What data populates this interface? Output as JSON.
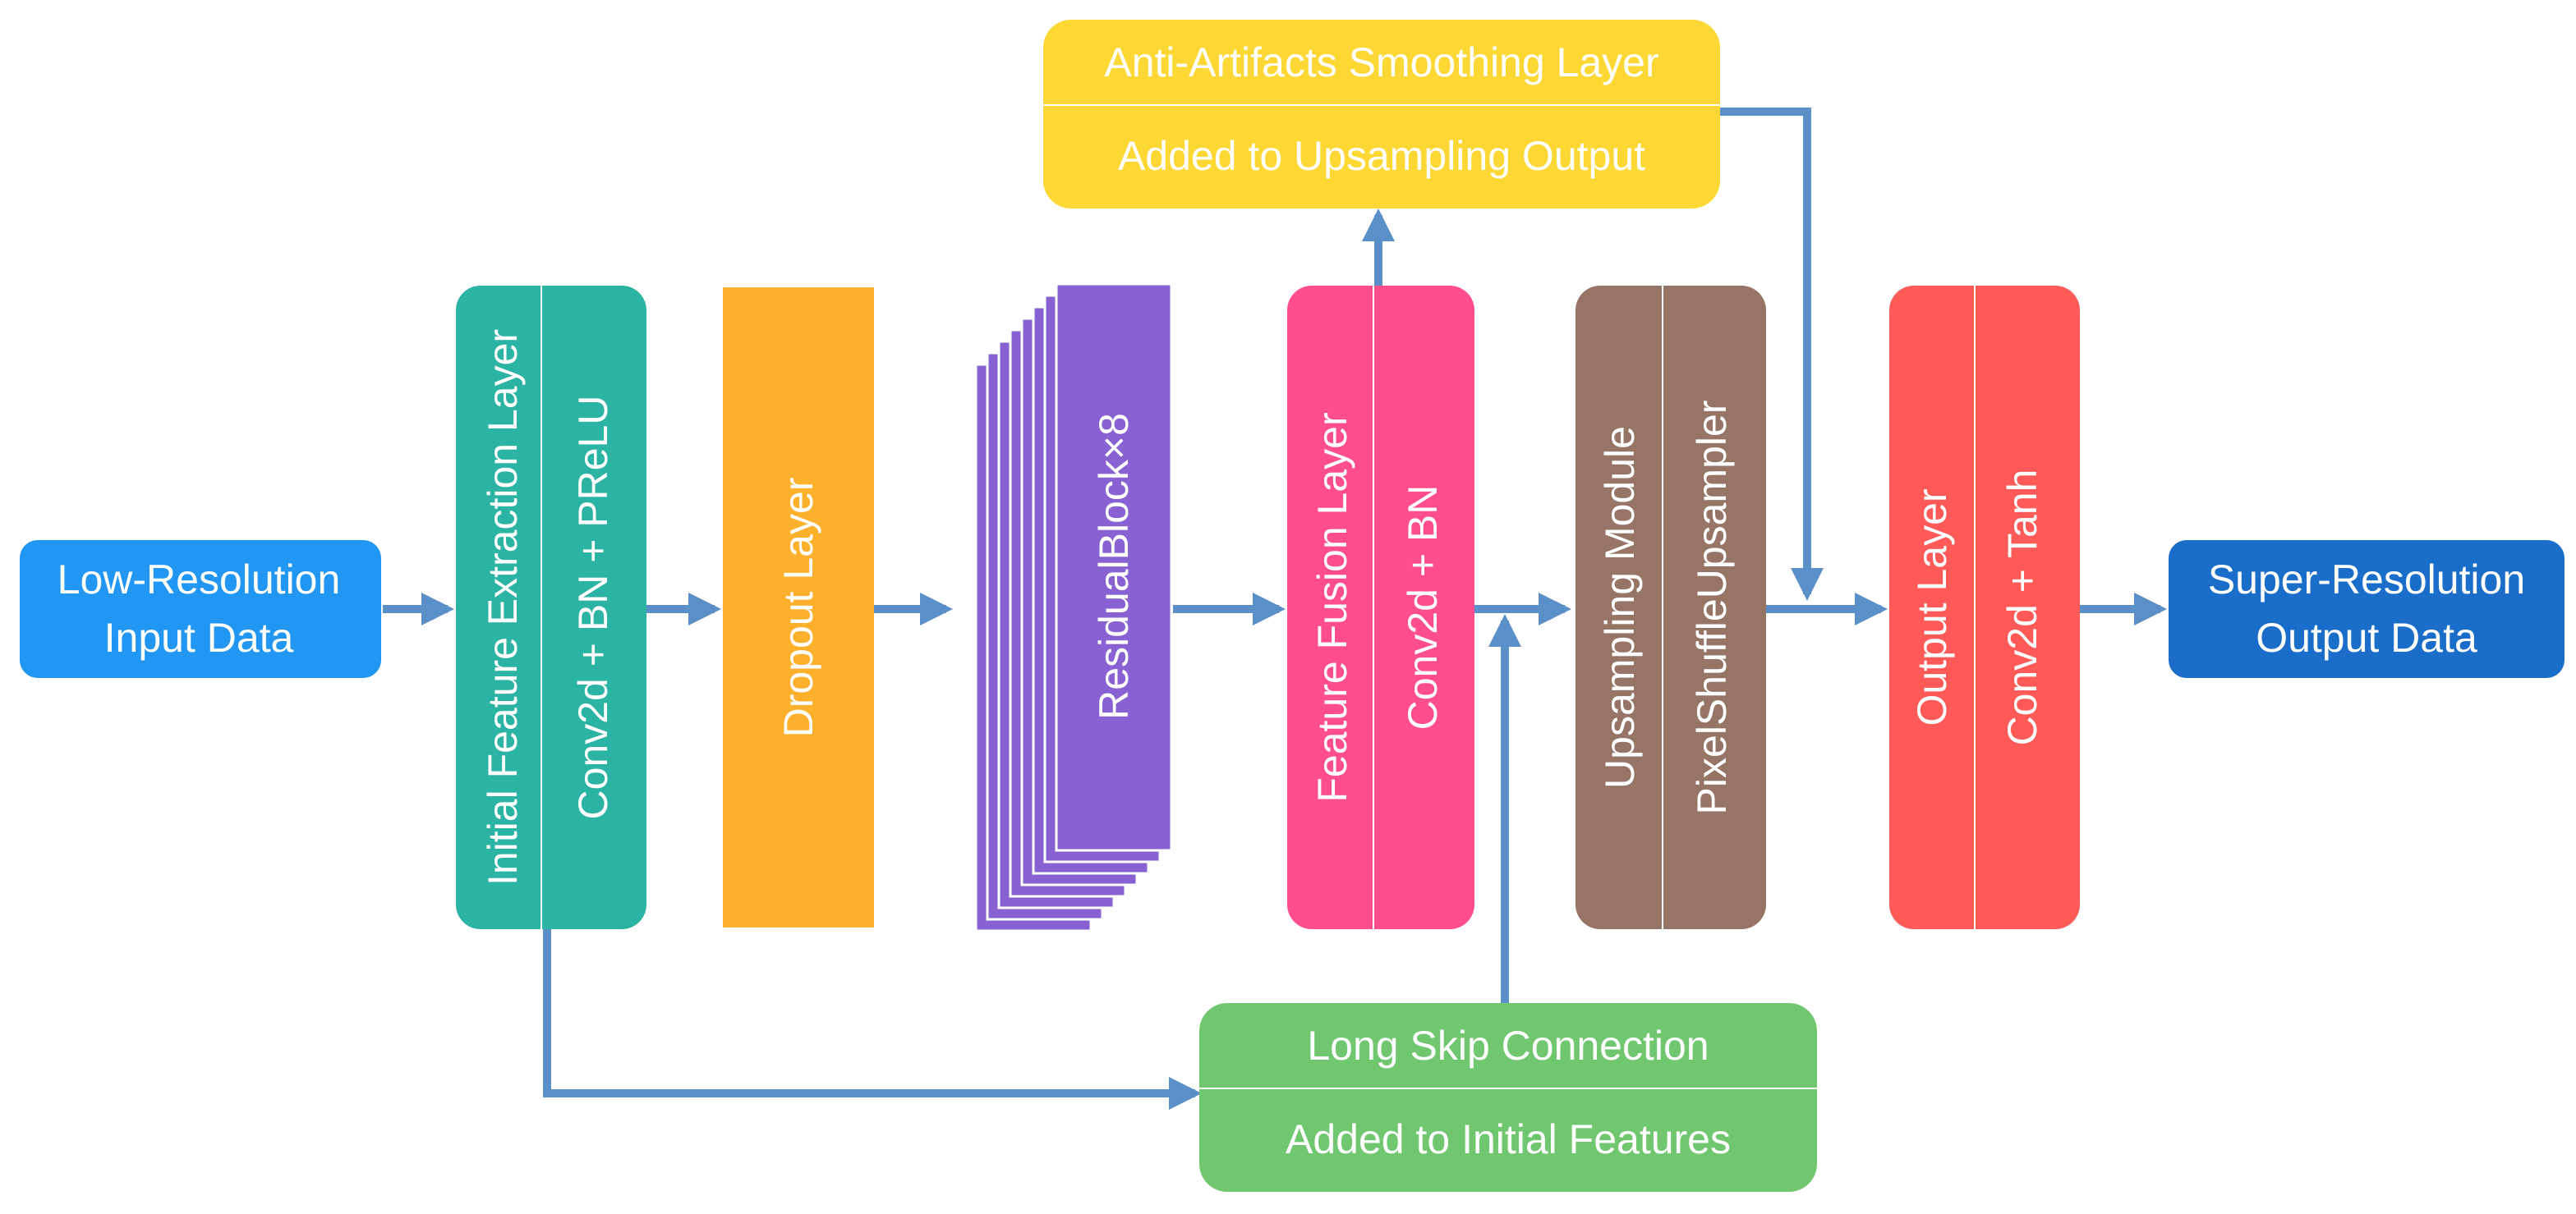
{
  "colors": {
    "arrow": "#5b8fc7",
    "input": "#2196f3",
    "initial": "#2bb3a3",
    "dropout": "#fcb02c",
    "residual": "#8862d2",
    "fusion": "#ff4d8d",
    "upsampling": "#967567",
    "output_layer": "#ff5a57",
    "output": "#1a6dc9",
    "anti_artifacts": "#fdd733",
    "long_skip": "#70c770",
    "divider": "#ffffff"
  },
  "input": {
    "line1": "Low-Resolution",
    "line2": "Input Data",
    "icon": "rounded-rect"
  },
  "initial_feature": {
    "title": "Initial Feature Extraction Layer",
    "detail": "Conv2d + BN + PReLU"
  },
  "dropout": {
    "title": "Dropout Layer"
  },
  "residual": {
    "title": "ResidualBlock×8",
    "stack_count": 8
  },
  "fusion": {
    "title": "Feature Fusion Layer",
    "detail": "Conv2d + BN"
  },
  "upsampling": {
    "title": "Upsampling Module",
    "detail": "PixelShuffleUpsampler"
  },
  "output_layer": {
    "title": "Output Layer",
    "detail": "Conv2d + Tanh"
  },
  "output": {
    "line1": "Super-Resolution",
    "line2": "Output Data"
  },
  "anti_artifacts": {
    "title": "Anti-Artifacts Smoothing Layer",
    "detail": "Added to Upsampling Output"
  },
  "long_skip": {
    "title": "Long Skip Connection",
    "detail": "Added to Initial Features"
  }
}
